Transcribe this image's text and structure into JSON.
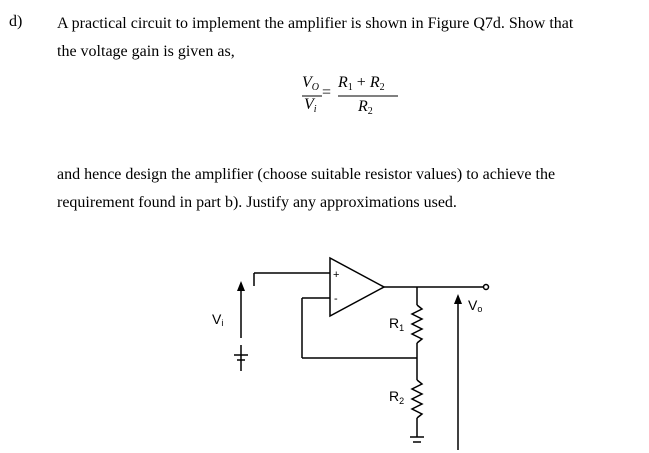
{
  "question": {
    "label": "d)",
    "intro_line1": "A practical circuit to implement the amplifier is shown in Figure Q7d. Show that",
    "intro_line2": "the voltage gain is given as,",
    "body_line1": "and hence design the amplifier (choose suitable resistor values) to achieve the",
    "body_line2": "requirement found in part b).  Justify any approximations used."
  },
  "equation": {
    "lhs_num": "V",
    "lhs_num_sub": "O",
    "lhs_den": "V",
    "lhs_den_sub": "i",
    "equals": "=",
    "rhs_num_r1": "R",
    "rhs_num_r1_sub": "1",
    "rhs_plus": "+",
    "rhs_num_r2": "R",
    "rhs_num_r2_sub": "2",
    "rhs_den": "R",
    "rhs_den_sub": "2"
  },
  "circuit": {
    "input_label": "V",
    "input_label_sub": "i",
    "output_label": "V",
    "output_label_sub": "o",
    "r1_label": "R",
    "r1_sub": "1",
    "r2_label": "R",
    "r2_sub": "2",
    "opamp_plus": "+",
    "opamp_minus": "-"
  }
}
